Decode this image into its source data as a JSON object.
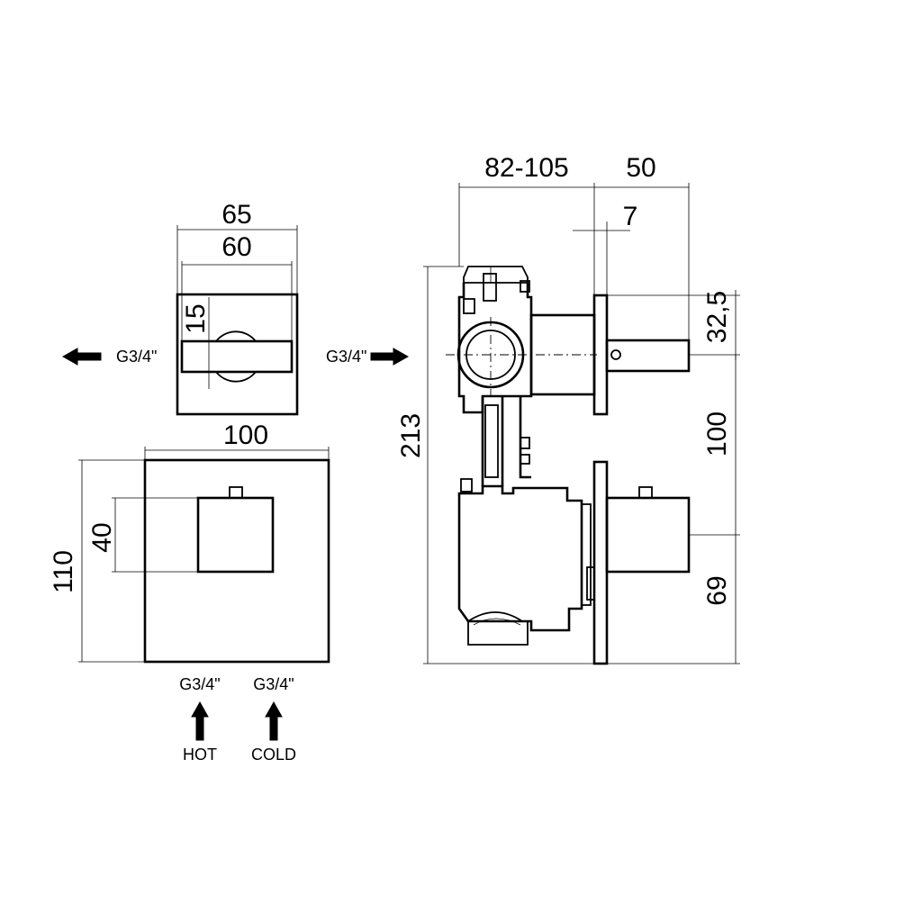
{
  "front_trim_view": {
    "width_label": "100",
    "height_label": "110",
    "handle_height_label": "40"
  },
  "top_view": {
    "width_outer_label": "65",
    "width_inner_label": "60",
    "handle_label": "15"
  },
  "side_view": {
    "depth_label": "82-105",
    "projection_label": "50",
    "plate_thickness_label": "7",
    "total_height_label": "213",
    "upper_offset_label": "32,5",
    "spacing_label": "100",
    "lower_offset_label": "69"
  },
  "connections": {
    "outlet_label": "G3/4\"",
    "inlet_label": "G3/4\"",
    "hot_thread_label": "G3/4\"",
    "cold_thread_label": "G3/4\"",
    "hot_label": "HOT",
    "cold_label": "COLD"
  }
}
